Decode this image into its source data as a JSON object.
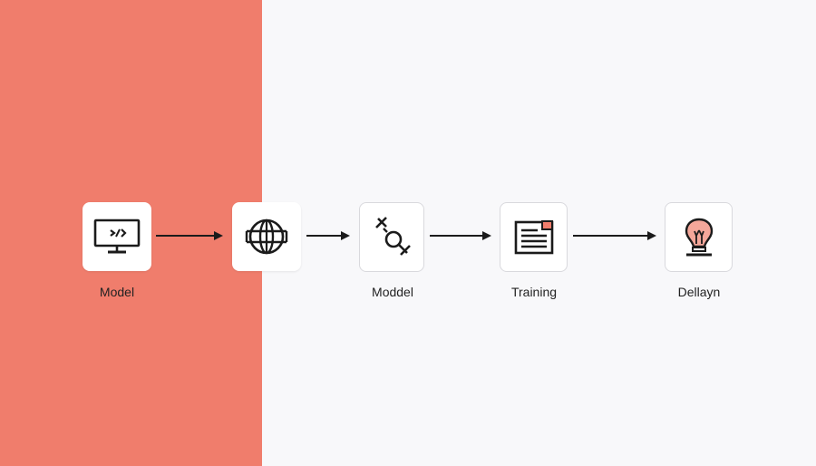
{
  "diagram": {
    "type": "flow",
    "direction": "left-to-right",
    "colors": {
      "accent_panel": "#f07d6c",
      "background": "#f8f8fa",
      "node_fill": "#ffffff",
      "icon_stroke": "#1b1b1b",
      "icon_accent": "#f07d6c",
      "label_text": "#222222"
    },
    "nodes": [
      {
        "icon": "monitor-code-icon",
        "label": "Model"
      },
      {
        "icon": "globe-icon",
        "label": ""
      },
      {
        "icon": "gender-symbol-icon",
        "label": "Moddel"
      },
      {
        "icon": "document-form-icon",
        "label": "Training"
      },
      {
        "icon": "lightbulb-icon",
        "label": "Dellayn"
      }
    ],
    "edges": [
      {
        "from": 0,
        "to": 1
      },
      {
        "from": 1,
        "to": 2
      },
      {
        "from": 2,
        "to": 3
      },
      {
        "from": 3,
        "to": 4
      }
    ]
  }
}
